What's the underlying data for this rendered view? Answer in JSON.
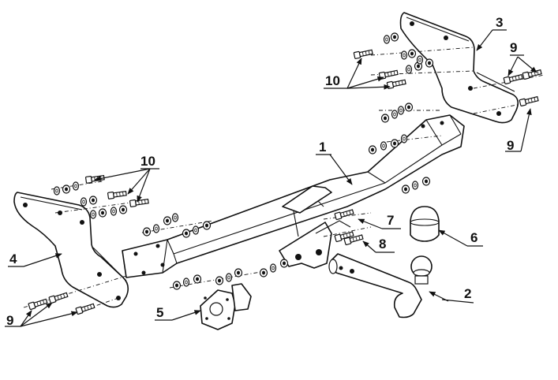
{
  "callouts": {
    "drawbar": "1",
    "towball": "2",
    "right_bracket": "3",
    "left_bracket": "4",
    "socket_plate": "5",
    "ball_cover": "6",
    "bolt_7": "7",
    "bolt_8": "8",
    "bolt_9_top": "9",
    "bolt_9_right": "9",
    "bolt_9_left": "9",
    "bolt_10_top": "10",
    "bolt_10_left": "10"
  }
}
